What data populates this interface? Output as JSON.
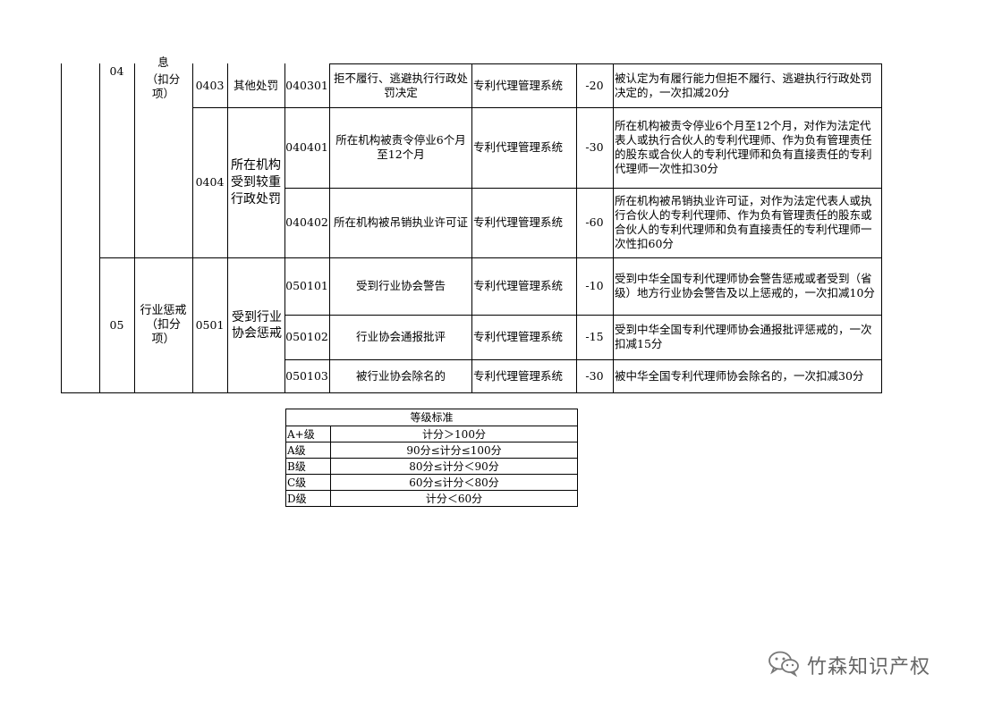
{
  "table": {
    "rows": [
      {
        "cat_code": "04",
        "cat_name_top": "息",
        "cat_name": "（扣分\n项）",
        "sub_code": "0403",
        "sub_name": "其他处罚",
        "item_code": "040301",
        "item_name": "拒不履行、逃避执行行政处罚决定",
        "source": "专利代理管理系统",
        "score": "-20",
        "desc": "被认定为有履行能力但拒不履行、逃避执行行政处罚决定的，一次扣减20分"
      },
      {
        "sub_code": "0404",
        "sub_name": "所在机构受到较重行政处罚",
        "item_code": "040401",
        "item_name": "所在机构被责令停业6个月至12个月",
        "source": "专利代理管理系统",
        "score": "-30",
        "desc": "所在机构被责令停业6个月至12个月，对作为法定代表人或执行合伙人的专利代理师、作为负有管理责任的股东或合伙人的专利代理师和负有直接责任的专利代理师一次性扣30分"
      },
      {
        "item_code": "040402",
        "item_name": "所在机构被吊销执业许可证",
        "source": "专利代理管理系统",
        "score": "-60",
        "desc": "所在机构被吊销执业许可证，对作为法定代表人或执行合伙人的专利代理师、作为负有管理责任的股东或合伙人的专利代理师和负有直接责任的专利代理师一次性扣60分"
      },
      {
        "cat_code": "05",
        "cat_name": "行业惩戒\n（扣分\n项）",
        "sub_code": "0501",
        "sub_name": "受到行业协会惩戒",
        "item_code": "050101",
        "item_name": "受到行业协会警告",
        "source": "专利代理管理系统",
        "score": "-10",
        "desc": "受到中华全国专利代理师协会警告惩戒或者受到（省级）地方行业协会警告及以上惩戒的，一次扣减10分"
      },
      {
        "item_code": "050102",
        "item_name": "行业协会通报批评",
        "source": "专利代理管理系统",
        "score": "-15",
        "desc": "受到中华全国专利代理师协会通报批评惩戒的，一次扣减15分"
      },
      {
        "item_code": "050103",
        "item_name": "被行业协会除名的",
        "source": "专利代理管理系统",
        "score": "-30",
        "desc": "被中华全国专利代理师协会除名的，一次扣减30分"
      }
    ]
  },
  "grades": {
    "title": "等级标准",
    "rows": [
      {
        "level": "A+级",
        "range": "计分＞100分"
      },
      {
        "level": "A级",
        "range": "90分≤计分≤100分"
      },
      {
        "level": "B级",
        "range": "80分≤计分＜90分"
      },
      {
        "level": "C级",
        "range": "60分≤计分＜80分"
      },
      {
        "level": "D级",
        "range": "计分＜60分"
      }
    ]
  },
  "watermark": {
    "text": "竹森知识产权",
    "icon": "wechat-icon"
  }
}
